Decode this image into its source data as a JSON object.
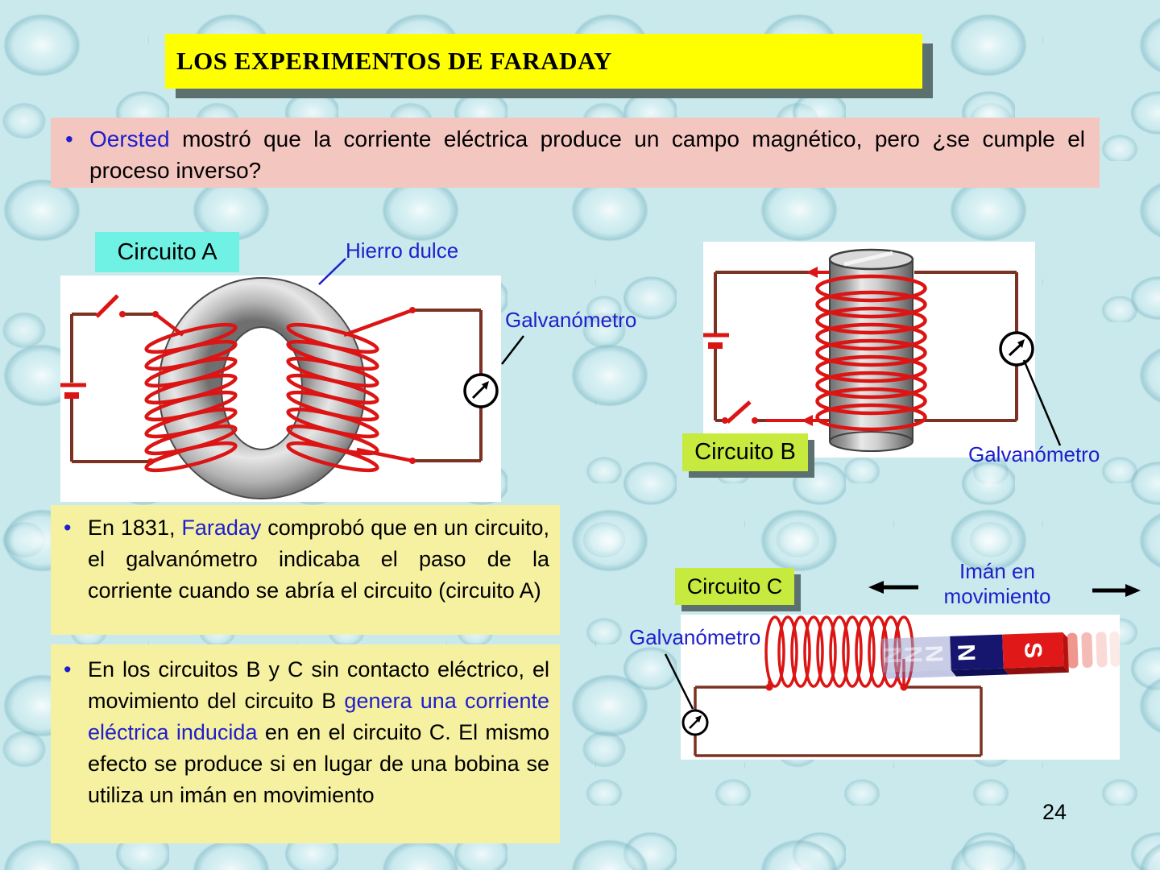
{
  "slide": {
    "title": "LOS EXPERIMENTOS DE FARADAY",
    "page_number": "24",
    "bullet_char": "•",
    "intro": {
      "lead": "Oersted",
      "rest": " mostró que la corriente eléctrica produce un campo magnético, pero ¿se cumple el proceso inverso?"
    },
    "circuit_a": {
      "label": "Circuito A",
      "core_label": "Hierro dulce",
      "galvanometer_label": "Galvanómetro"
    },
    "circuit_b": {
      "label": "Circuito B",
      "galvanometer_label": "Galvanómetro"
    },
    "circuit_c": {
      "label": "Circuito C",
      "galvanometer_label": "Galvanómetro",
      "magnet_label": "Imán en movimiento",
      "magnet_north": "N",
      "magnet_south": "S"
    },
    "note_1": {
      "pre": "En 1831, ",
      "highlight": "Faraday",
      "post": " comprobó que en un circuito, el galvanómetro indicaba el paso de la corriente cuando se abría el circuito (circuito A)"
    },
    "note_2": {
      "pre": "En los circuitos B y C sin contacto eléctrico, el movimiento del circuito B ",
      "highlight": "genera una corriente eléctrica inducida",
      "post": " en en el circuito C. El mismo efecto se produce si en lugar de una bobina se utiliza un imán en movimiento"
    },
    "colors": {
      "accent-blue": "#1e1ecb",
      "title-bg": "#ffff00",
      "intro-bg": "#f4c6c0",
      "note-bg": "#f6f1a1",
      "label-a-bg": "#6ff1e3",
      "label-bc-bg": "#c7ea3e",
      "wire-brown": "#7b3222",
      "coil-red": "#dc1414",
      "shadow": "#5c7070"
    }
  }
}
